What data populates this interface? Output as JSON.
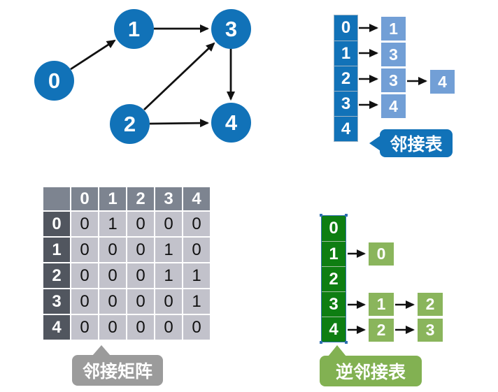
{
  "graph": {
    "nodes": [
      {
        "label": "0"
      },
      {
        "label": "1"
      },
      {
        "label": "2"
      },
      {
        "label": "3"
      },
      {
        "label": "4"
      }
    ],
    "edges": [
      [
        "0",
        "1"
      ],
      [
        "1",
        "3"
      ],
      [
        "2",
        "3"
      ],
      [
        "2",
        "4"
      ],
      [
        "3",
        "4"
      ]
    ],
    "node_color": "#1172B8",
    "arrow_color": "#111111"
  },
  "adjacency_list": {
    "label": "邻接表",
    "heads": [
      "0",
      "1",
      "2",
      "3",
      "4"
    ],
    "chains": [
      [
        "1"
      ],
      [
        "3"
      ],
      [
        "3",
        "4"
      ],
      [
        "4"
      ],
      []
    ],
    "head_color": "#1172B8",
    "cell_color": "#729FD6"
  },
  "matrix": {
    "label": "邻接矩阵",
    "col_headers": [
      "0",
      "1",
      "2",
      "3",
      "4"
    ],
    "row_headers": [
      "0",
      "1",
      "2",
      "3",
      "4"
    ],
    "values": [
      [
        "0",
        "1",
        "0",
        "0",
        "0"
      ],
      [
        "0",
        "0",
        "0",
        "1",
        "0"
      ],
      [
        "0",
        "0",
        "0",
        "1",
        "1"
      ],
      [
        "0",
        "0",
        "0",
        "0",
        "1"
      ],
      [
        "0",
        "0",
        "0",
        "0",
        "0"
      ]
    ],
    "header_color": "#7D8490",
    "row_header_color": "#51565F",
    "value_cell_color": "#C2C2CB",
    "label_color": "#9B9B9B"
  },
  "inverse_adjacency_list": {
    "label": "逆邻接表",
    "heads": [
      "0",
      "1",
      "2",
      "3",
      "4"
    ],
    "chains": [
      [],
      [
        "0"
      ],
      [],
      [
        "1",
        "2"
      ],
      [
        "2",
        "3"
      ]
    ],
    "head_color": "#0E7E12",
    "cell_color": "#8AB55C",
    "label_color": "#82B152"
  }
}
